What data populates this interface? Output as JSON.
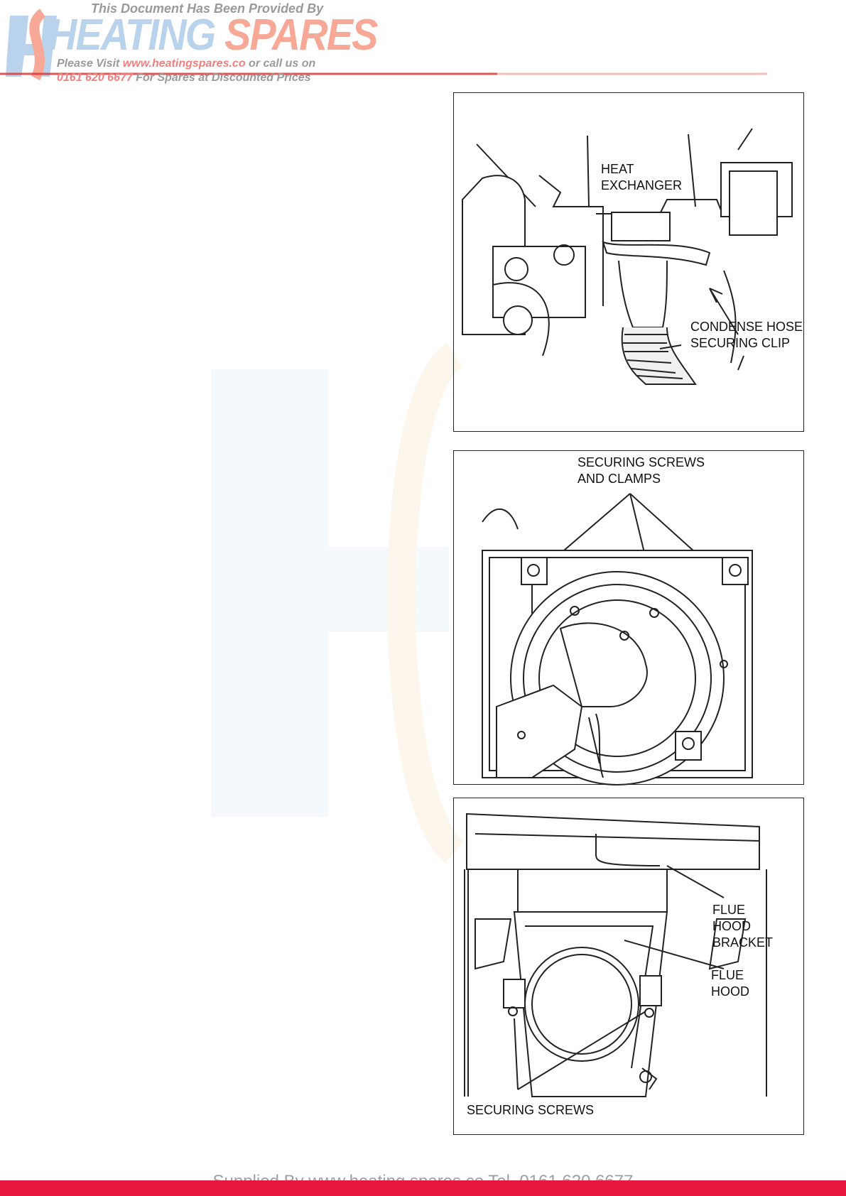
{
  "header": {
    "provided_by": "This Document Has Been Provided By",
    "brand_part1": "HEATING",
    "brand_part2": "SPARES",
    "visit_prefix": "Please Visit ",
    "visit_url": "www.heatingspares.co",
    "visit_suffix": " or call us on",
    "phone": "0161 620 6677",
    "phone_suffix": " For Spares at Discounted Prices"
  },
  "figures": {
    "fig1": {
      "label_heat_exchanger": "HEAT\nEXCHANGER",
      "label_clip": "CONDENSE HOSE\nSECURING CLIP"
    },
    "fig2": {
      "label_screws": "SECURING SCREWS\nAND CLAMPS"
    },
    "fig3": {
      "label_bracket": "FLUE\nHOOD\nBRACKET",
      "label_hood": "FLUE\nHOOD",
      "label_screws": "SECURING SCREWS"
    }
  },
  "footer": {
    "supplied_by": "Supplied By www.heating spares.co  Tel. 0161 620 6677"
  },
  "colors": {
    "footer_bar": "#e5173f",
    "header_line": "#d63b3b"
  }
}
